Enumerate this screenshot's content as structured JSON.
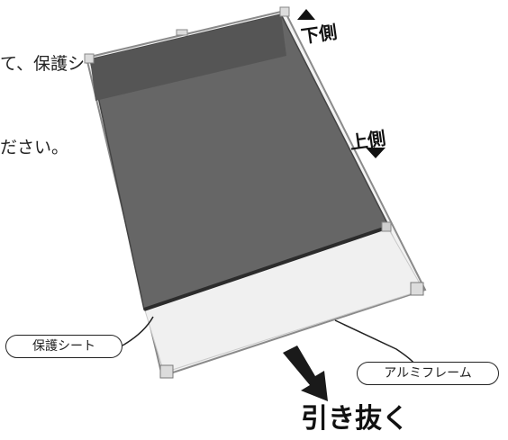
{
  "intro_lines": [
    "て、保護シートを引",
    "ださい。"
  ],
  "labels": {
    "bottom_side": "下側",
    "top_side": "上側",
    "protective_sheet": "保護シート",
    "aluminum_frame": "アルミフレーム",
    "pull_out": "引き抜く"
  }
}
